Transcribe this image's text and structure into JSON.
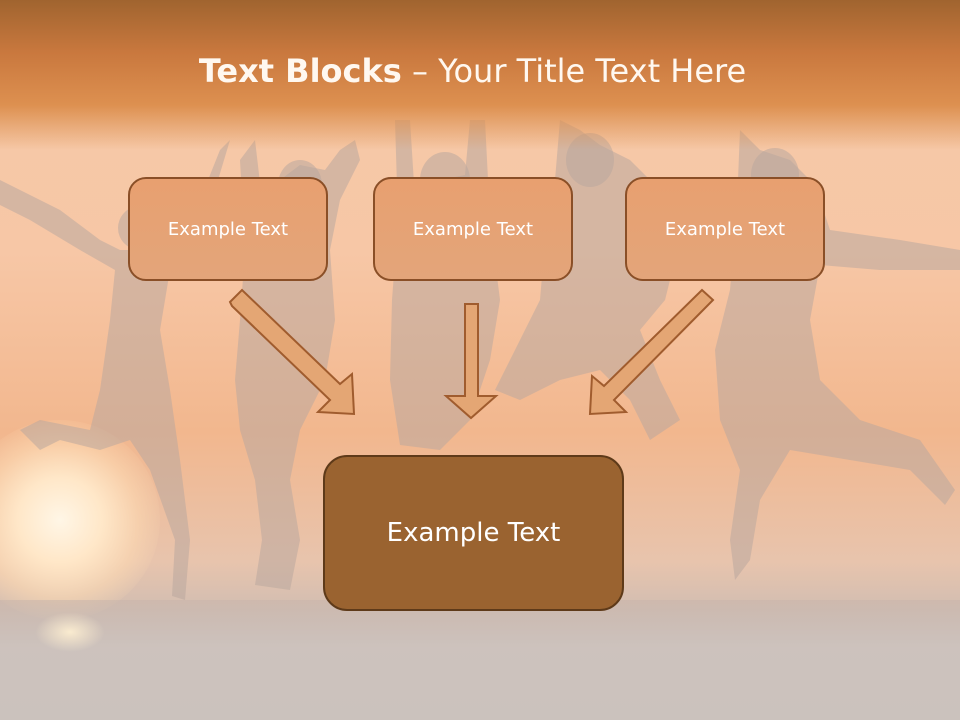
{
  "title": {
    "bold": "Text Blocks",
    "separator": " – ",
    "rest": "Your Title Text Here"
  },
  "boxes": {
    "top_left": "Example Text",
    "top_center": "Example Text",
    "top_right": "Example Text",
    "bottom": "Example Text"
  },
  "colors": {
    "title_band": "#c9783e",
    "small_box_fill": "#e3a57a",
    "small_box_border": "#8a4f27",
    "big_box_fill": "#9a6330",
    "big_box_border": "#5e3a19",
    "arrow_fill": "#e4a674",
    "arrow_stroke": "#a05c2e"
  }
}
